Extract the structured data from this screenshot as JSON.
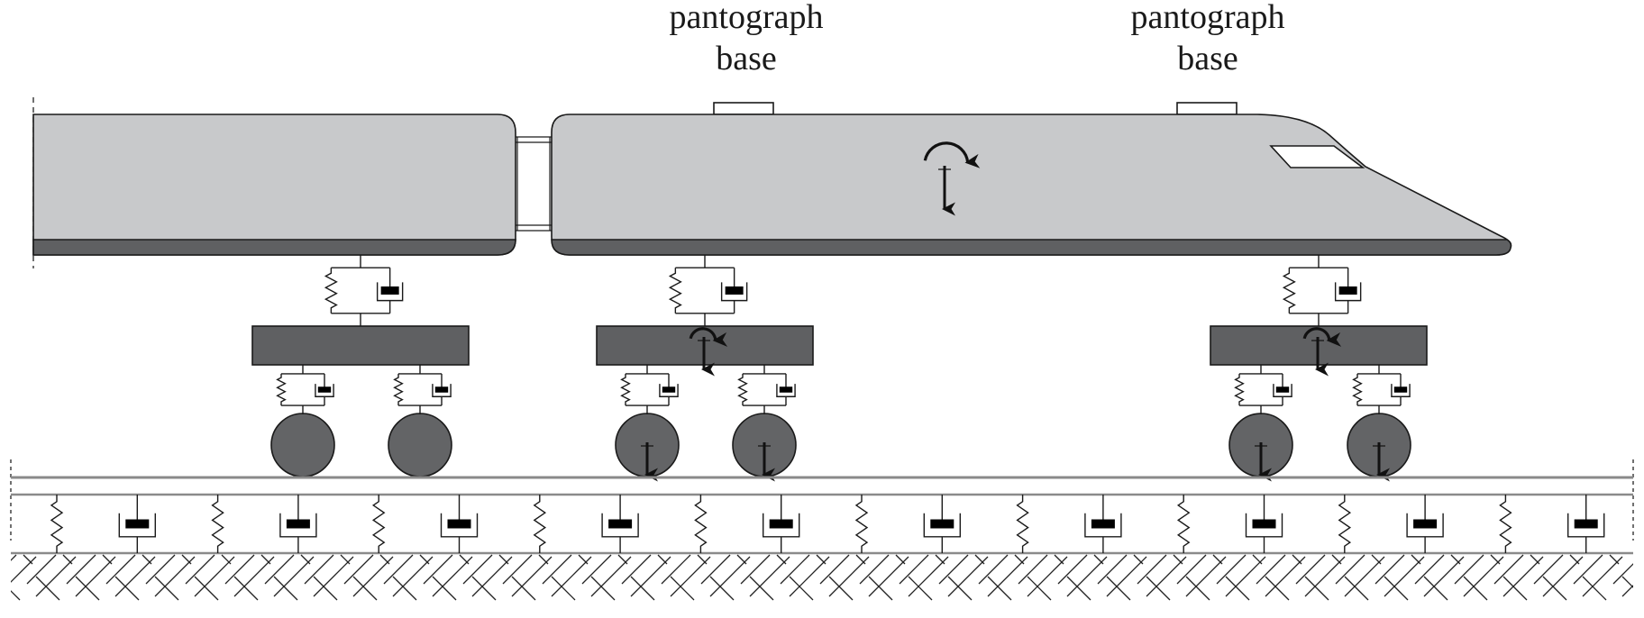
{
  "diagram": {
    "title": "Train–track coupled dynamics model",
    "labels": [
      {
        "id": "pantograph-base-1",
        "line1": "pantograph",
        "line2": "base"
      },
      {
        "id": "pantograph-base-2",
        "line1": "pantograph",
        "line2": "base"
      }
    ],
    "components": {
      "cars": [
        "trailing-car",
        "leading-car"
      ],
      "bogies": [
        "bogie-trailing",
        "bogie-front",
        "bogie-rear"
      ],
      "wheels_per_bogie": 2,
      "track_elements": 20,
      "track_pattern": [
        "spring",
        "damper"
      ]
    },
    "dof_indicators": {
      "car_body": [
        "pitch",
        "bounce"
      ],
      "bogie": [
        "pitch",
        "bounce"
      ],
      "wheel": [
        "bounce"
      ]
    },
    "colors": {
      "car_body": "#c8c9cb",
      "car_floor": "#5f6062",
      "bogie": "#5f6062",
      "wheel": "#636466",
      "line": "#1a1a1a",
      "rail": "#8a8a8a"
    }
  }
}
